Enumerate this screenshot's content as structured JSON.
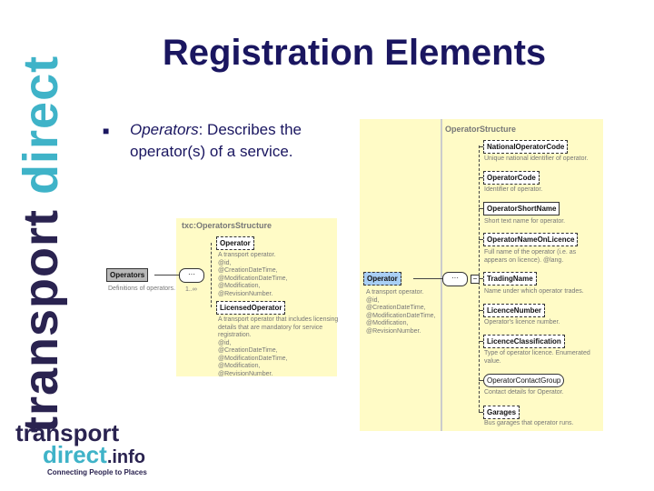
{
  "title": "Registration Elements",
  "brand": {
    "side_text_1": "transport",
    "side_text_2": "direct",
    "logo_line1": "transport",
    "logo_line2": "direct",
    "logo_suffix": ".info",
    "tagline": "Connecting People to Places"
  },
  "bullet": {
    "icon": "square-bullet",
    "term": "Operators",
    "text": ": Describes the operator(s) of a service."
  },
  "left_diagram": {
    "root": {
      "name": "Operators",
      "desc": "Definitions of operators."
    },
    "cardinality": "1..∞",
    "structure": "txc:OperatorsStructure",
    "children": [
      {
        "name": "Operator",
        "desc": "A transport operator.\n@id,\n@CreationDateTime,\n@ModificationDateTime,\n@Modification,\n@RevisionNumber."
      },
      {
        "name": "LicensedOperator",
        "desc": "A transport operator that includes licensing\ndetails that are mandatory for service\nregistration.\n@id,\n@CreationDateTime,\n@ModificationDateTime,\n@Modification,\n@RevisionNumber."
      }
    ]
  },
  "right_diagram": {
    "structure": "OperatorStructure",
    "root": {
      "name": "Operator",
      "desc": "A transport operator.\n@id,\n@CreationDateTime,\n@ModificationDateTime,\n@Modification,\n@RevisionNumber."
    },
    "children": [
      {
        "name": "NationalOperatorCode",
        "desc": "Unique national identifier of operator."
      },
      {
        "name": "OperatorCode",
        "desc": "Identifier of operator."
      },
      {
        "name": "OperatorShortName",
        "desc": "Short text name for operator."
      },
      {
        "name": "OperatorNameOnLicence",
        "desc": "Full name of the operator (i.e. as\nappears on licence). @lang."
      },
      {
        "name": "TradingName",
        "desc": "Name under which operator trades."
      },
      {
        "name": "LicenceNumber",
        "desc": "Operator's licence number."
      },
      {
        "name": "LicenceClassification",
        "desc": "Type of operator licence. Enumerated\nvalue."
      },
      {
        "name": "OperatorContactGroup",
        "desc": "Contact details for Operator."
      },
      {
        "name": "Garages",
        "desc": "Bus garages that operator runs."
      }
    ]
  }
}
